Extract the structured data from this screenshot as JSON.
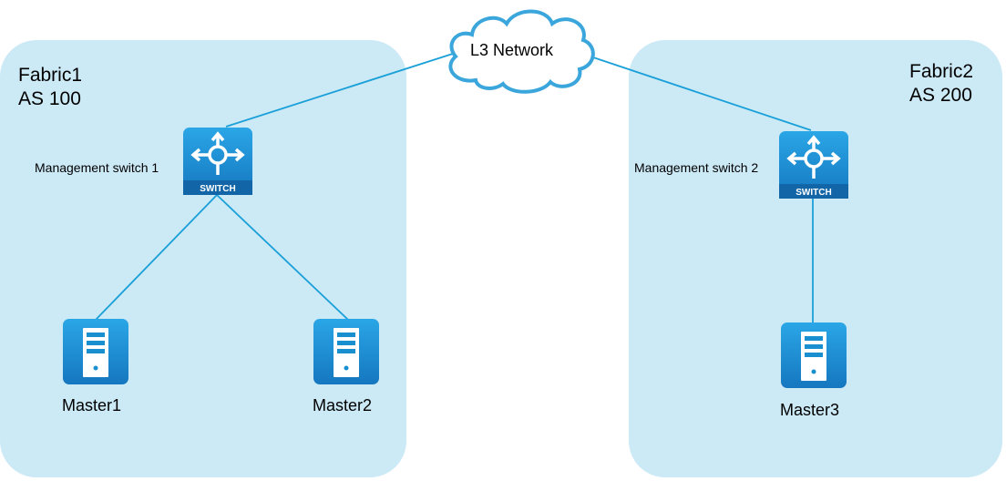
{
  "cloud": {
    "label": "L3 Network",
    "icon": "cloud-icon"
  },
  "fabrics": [
    {
      "name": "Fabric1",
      "as": "AS 100",
      "switch": {
        "label": "Management switch 1",
        "badge": "SWITCH",
        "icon": "switch-icon"
      },
      "masters": [
        {
          "label": "Master1"
        },
        {
          "label": "Master2"
        }
      ]
    },
    {
      "name": "Fabric2",
      "as": "AS 200",
      "switch": {
        "label": "Management switch 2",
        "badge": "SWITCH",
        "icon": "switch-icon"
      },
      "masters": [
        {
          "label": "Master3"
        }
      ]
    }
  ],
  "colors": {
    "fabric_bg": "#cce9f6",
    "icon": "#1a8fd0",
    "line": "#1aa0d8",
    "cloud_stroke": "#3aa6dc"
  }
}
